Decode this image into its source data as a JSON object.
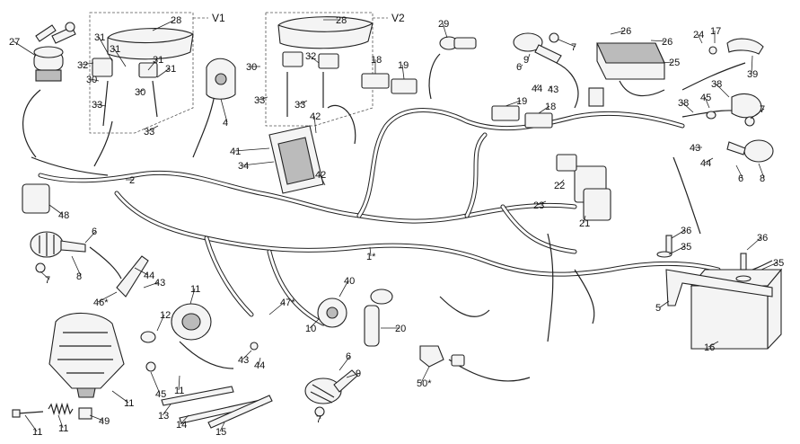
{
  "diagram": {
    "version_labels": [
      "V1",
      "V2"
    ],
    "callouts": {
      "c27": "27",
      "c28a": "28",
      "c28b": "28",
      "c31a": "31",
      "c31b": "31",
      "c31c": "31",
      "c31d": "31",
      "c32a": "32",
      "c32b": "32",
      "c30a": "30",
      "c30b": "30",
      "c30c": "30",
      "c33a": "33",
      "c33b": "33",
      "c33c": "33",
      "c33d": "33",
      "c4": "4",
      "c2": "2",
      "c48": "48",
      "c41": "41",
      "c34": "34",
      "c42a": "42",
      "c42b": "42",
      "c18a": "18",
      "c19a": "19",
      "c29": "29",
      "c19b": "19",
      "c18b": "18",
      "c9a": "9",
      "c6a": "6",
      "c7a": "7",
      "c44a": "44",
      "c43a": "43",
      "c26a": "26",
      "c26b": "26",
      "c25": "25",
      "c24": "24",
      "c17": "17",
      "c39": "39",
      "c38a": "38",
      "c45a": "45",
      "c7b": "7",
      "c38b": "38",
      "c43b": "43",
      "c44b": "44",
      "c8a": "8",
      "c6b": "6",
      "c22": "22",
      "c23": "23",
      "c21": "21",
      "c36a": "36",
      "c35a": "35",
      "c36b": "36",
      "c35b": "35",
      "c5": "5",
      "c16": "16",
      "c1": "1*",
      "c6c": "6",
      "c7c": "7",
      "c8b": "8",
      "c44c": "44",
      "c43c": "43",
      "c46": "46*",
      "c11a": "11",
      "c12": "12",
      "c40": "40",
      "c47": "47*",
      "c10": "10",
      "c20": "20",
      "c43d": "43",
      "c44d": "44",
      "c6d": "6",
      "c9b": "9",
      "c7d": "7",
      "c50": "50*",
      "c45b": "45",
      "c11b": "11",
      "c13": "13",
      "c14": "14",
      "c15": "15",
      "c11c": "11",
      "c11d": "11",
      "c11e": "11",
      "c49": "49"
    }
  }
}
